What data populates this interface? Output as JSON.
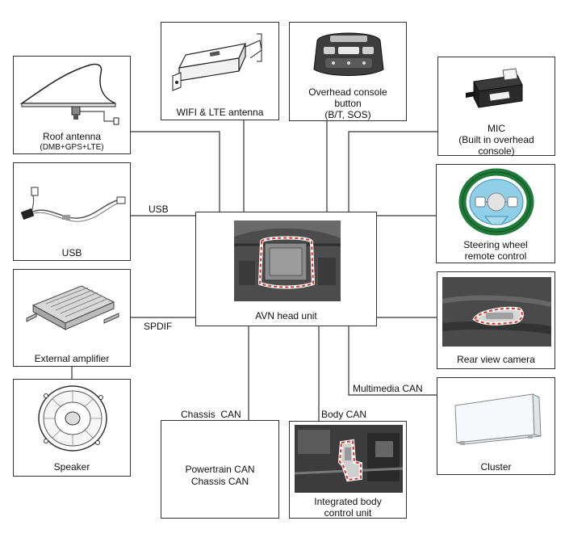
{
  "components": {
    "roof_antenna": {
      "label": "Roof antenna",
      "sublabel": "(DMB+GPS+LTE)"
    },
    "wifi_lte_antenna": {
      "label": "WIFI & LTE antenna"
    },
    "overhead_console": {
      "line1": "Overhead console",
      "line2": "button",
      "line3": "(B/T, SOS)"
    },
    "mic": {
      "line1": "MIC",
      "line2": "(Built in overhead",
      "line3": "console)"
    },
    "usb": {
      "label": "USB"
    },
    "steering_wheel": {
      "line1": "Steering wheel",
      "line2": "remote control"
    },
    "external_amplifier": {
      "label": "External amplifier"
    },
    "avn_head_unit": {
      "label": "AVN head unit"
    },
    "rear_view_camera": {
      "label": "Rear view camera"
    },
    "speaker": {
      "label": "Speaker"
    },
    "powertrain_chassis": {
      "line1": "Powertrain CAN",
      "line2": "Chassis CAN"
    },
    "integrated_body_control": {
      "line1": "Integrated body",
      "line2": "control unit"
    },
    "cluster": {
      "label": "Cluster"
    }
  },
  "connections": {
    "usb": "USB",
    "spdif": "SPDIF",
    "chassis_can": "Chassis  CAN",
    "body_can": "Body CAN",
    "multimedia_can": "Multimedia CAN"
  },
  "colors": {
    "line": "#333333",
    "highlight": "#d9322b"
  }
}
